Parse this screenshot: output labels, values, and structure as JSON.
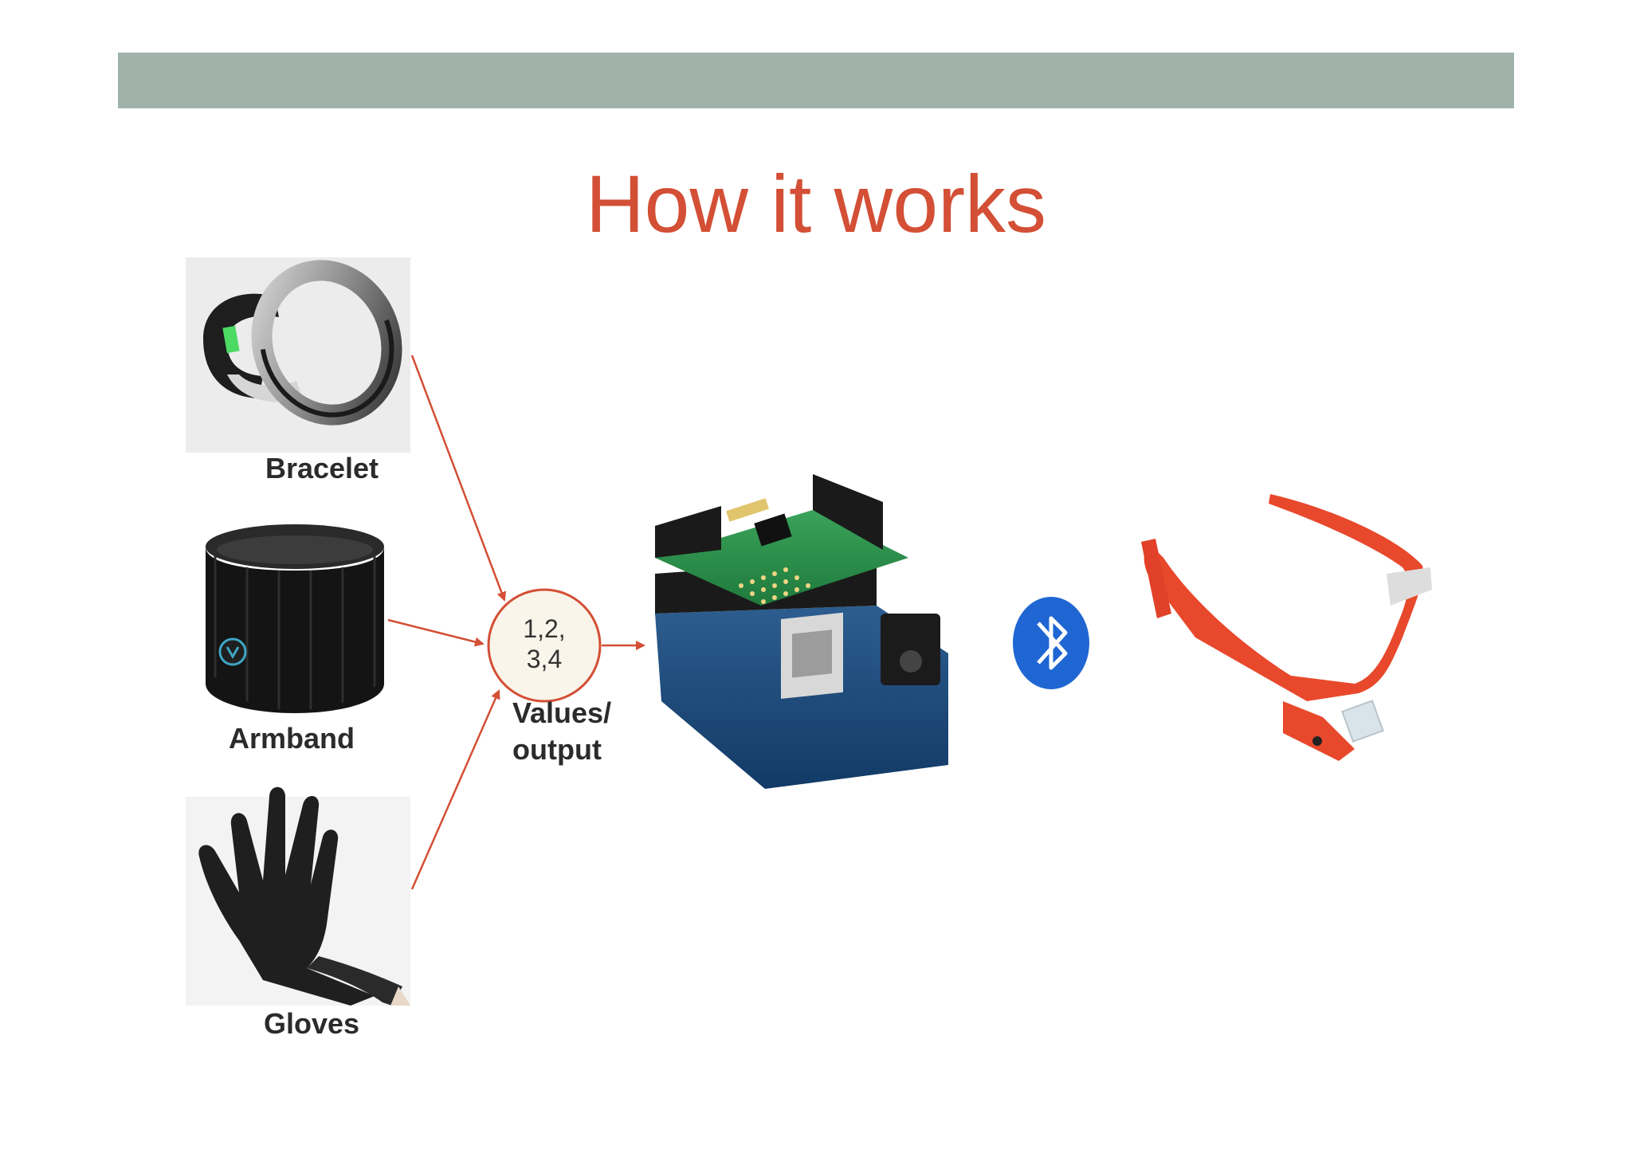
{
  "slide": {
    "title": "How it works"
  },
  "inputs": [
    {
      "label": "Bracelet",
      "icon": "bracelet-image"
    },
    {
      "label": "Armband",
      "icon": "armband-image"
    },
    {
      "label": "Gloves",
      "icon": "glove-image"
    }
  ],
  "processor": {
    "node_line1": "1,2,",
    "node_line2": "3,4",
    "caption_line1": "Values/",
    "caption_line2": "output"
  },
  "devices": {
    "board": {
      "icon": "arduino-board-image"
    },
    "link": {
      "icon": "bluetooth-icon"
    },
    "output": {
      "icon": "smart-glasses-image"
    }
  },
  "colors": {
    "accent": "#d34f35",
    "bar": "#a1b2ab",
    "node_fill": "#faf5ea",
    "bluetooth": "#1f66d3"
  }
}
